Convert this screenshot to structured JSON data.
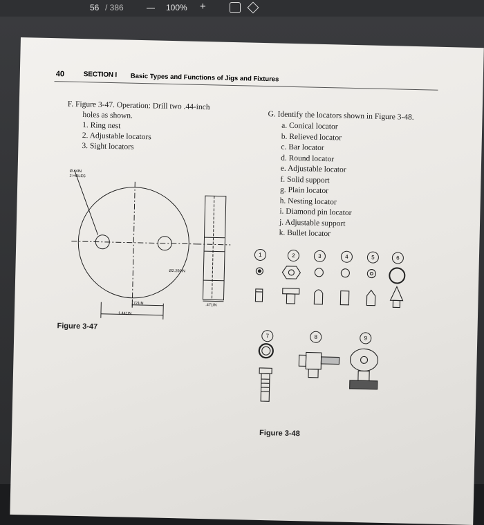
{
  "toolbar": {
    "page_current": "56",
    "page_total": "/ 386",
    "zoom_out": "—",
    "zoom": "100%",
    "zoom_in": "+"
  },
  "header": {
    "page_number": "40",
    "section": "SECTION I",
    "title": "Basic Types and Functions of Jigs and Fixtures"
  },
  "exercise_f": {
    "lines": [
      "F.  Figure 3-47. Operation: Drill two .44-inch",
      "holes as shown.",
      "1. Ring nest",
      "2. Adjustable locators",
      "3. Sight locators"
    ],
    "figure_caption": "Figure 3-47",
    "dims": {
      "hole": "Ø.44IN",
      "holes_count": "2 HOLES",
      "d_right": "Ø2.250IN",
      "d_721": ".721IN",
      "d_1441": "1.441IN",
      "d_471": ".471IN"
    }
  },
  "exercise_g": {
    "prompt_1": "G.  Identify the locators shown in Figure 3-48.",
    "options": [
      "a. Conical locator",
      "b. Relieved locator",
      "c. Bar locator",
      "d. Round locator",
      "e. Adjustable locator",
      "f.  Solid support",
      "g. Plain locator",
      "h. Nesting locator",
      "i.  Diamond pin locator",
      "j.  Adjustable support",
      "k. Bullet locator"
    ],
    "figure_caption": "Figure 3-48",
    "numbers": [
      "1",
      "2",
      "3",
      "4",
      "5",
      "6",
      "7",
      "8",
      "9"
    ]
  }
}
